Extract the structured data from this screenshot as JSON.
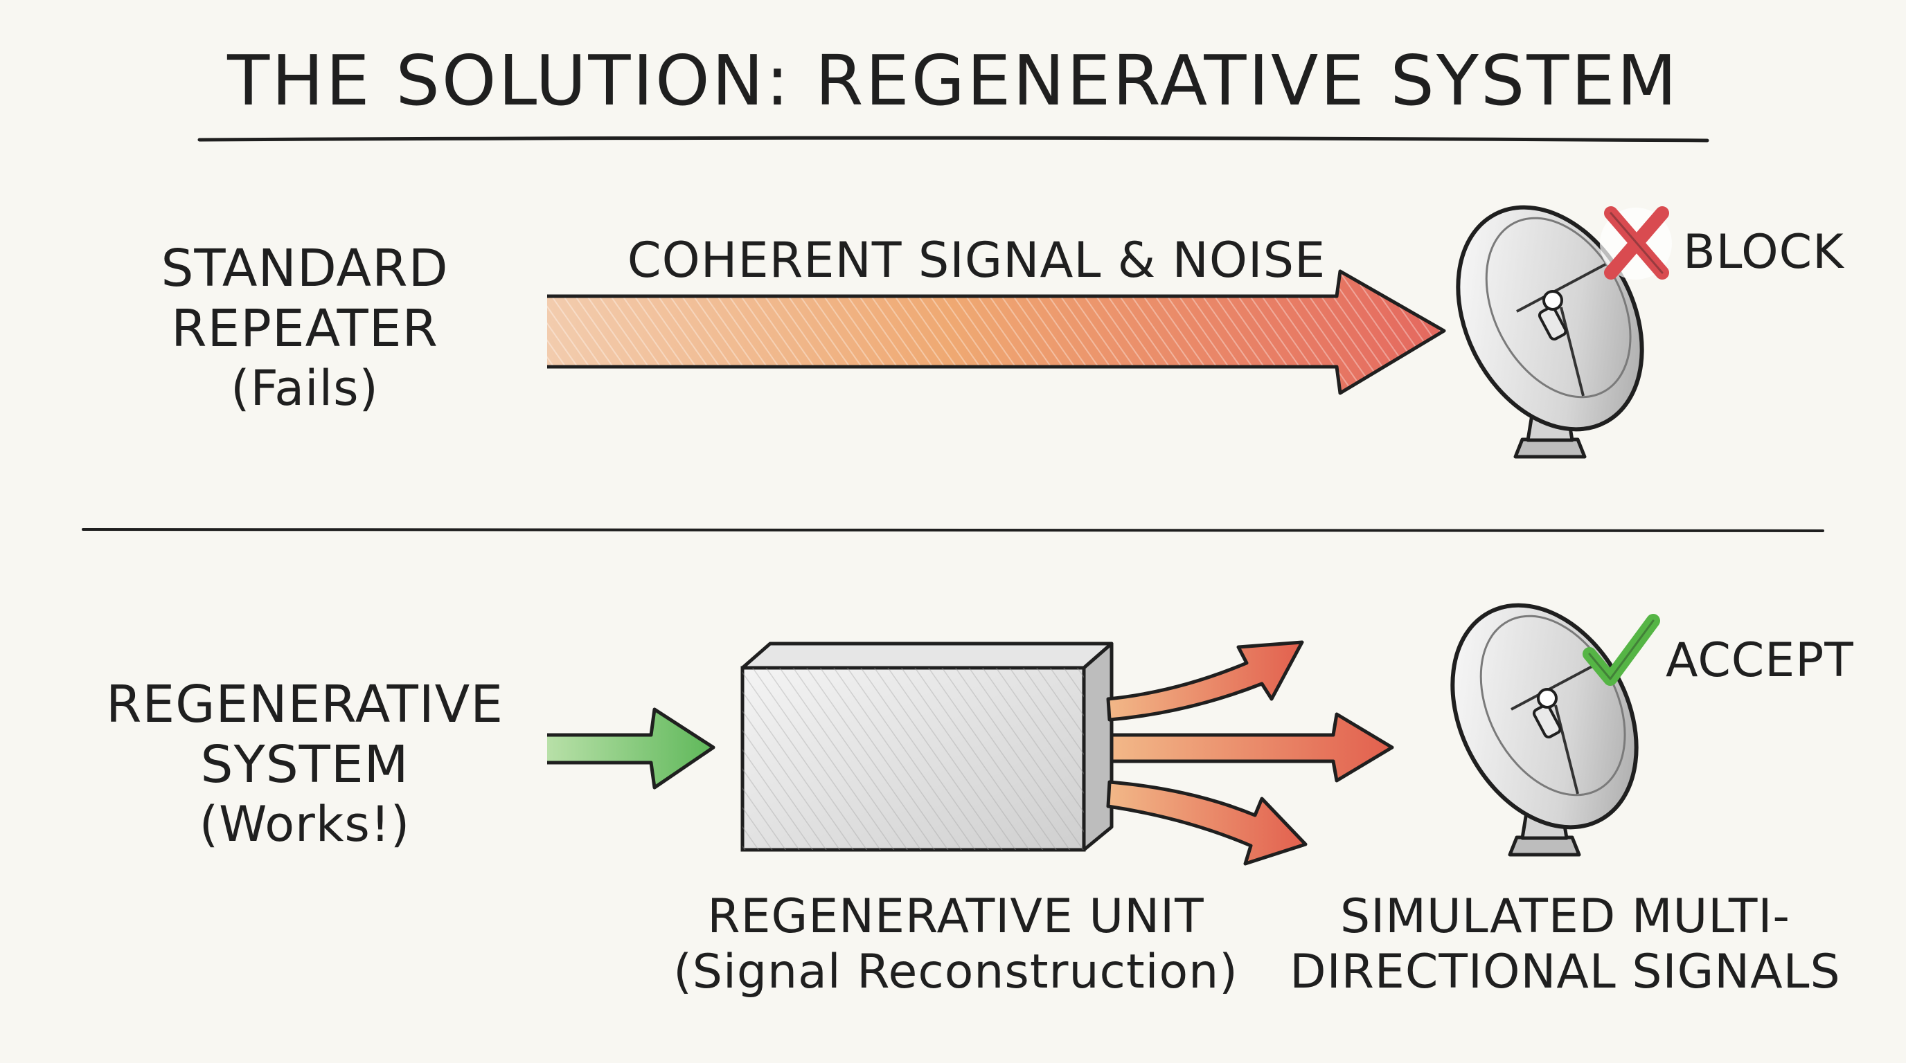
{
  "title": "THE SOLUTION: REGENERATIVE SYSTEM",
  "standard": {
    "line1": "STANDARD",
    "line2": "REPEATER",
    "status": "(Fails)",
    "banner": "COHERENT SIGNAL & NOISE",
    "verdict": "BLOCK"
  },
  "regenerative": {
    "line1": "REGENERATIVE",
    "line2": "SYSTEM",
    "status": "(Works!)",
    "verdict": "ACCEPT",
    "unit_line1": "REGENERATIVE UNIT",
    "unit_line2": "(Signal Reconstruction)",
    "signals_line1": "SIMULATED MULTI-",
    "signals_line2": "DIRECTIONAL SIGNALS"
  },
  "colors": {
    "noise_red": "#e26a5e",
    "noise_orange": "#eea064",
    "signal_green": "#6cc064",
    "reject_red": "#e0555a",
    "accept_green": "#58b848",
    "ink": "#1f1f1f"
  }
}
